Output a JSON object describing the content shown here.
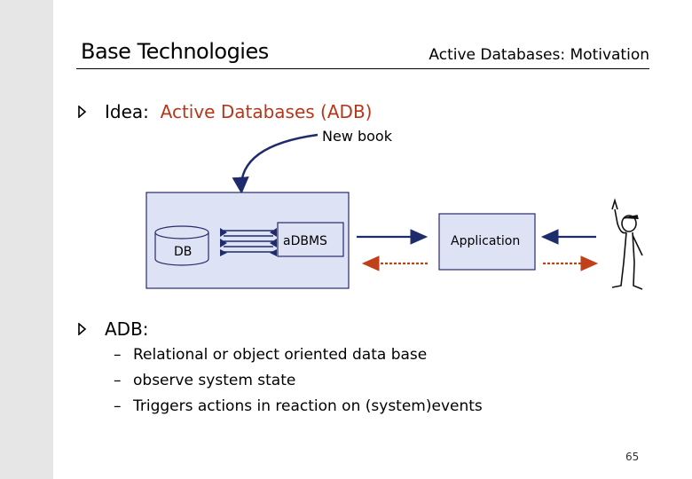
{
  "header": {
    "title": "Base Technologies",
    "section": "Active Databases: Motivation"
  },
  "idea": {
    "prefix": "Idea:",
    "text": "Active Databases (ADB)"
  },
  "diagram": {
    "annotation": "New book",
    "db_label": "DB",
    "adbms_label": "aDBMS",
    "application_label": "Application"
  },
  "adb": {
    "heading": "ADB:",
    "items": [
      "Relational or object oriented data base",
      "observe system state",
      "Triggers actions in reaction on (system)events"
    ]
  },
  "footer": {
    "page_number": "65"
  },
  "colors": {
    "accent": "#b5371b",
    "arrow_blue": "#1f2c6b",
    "arrow_red": "#c0401a",
    "box_fill": "#dde2f5",
    "box_stroke": "#2a2a6a"
  }
}
